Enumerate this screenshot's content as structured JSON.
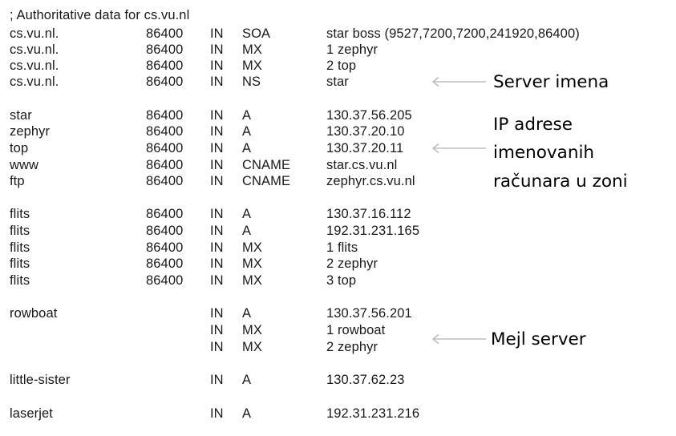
{
  "zone_file": {
    "heading": "; Authoritative data for cs.vu.nl",
    "records": [
      {
        "name": "cs.vu.nl.",
        "ttl": "86400",
        "class": "IN",
        "type": "SOA",
        "value": "star boss (9527,7200,7200,241920,86400)"
      },
      {
        "name": "cs.vu.nl.",
        "ttl": "86400",
        "class": "IN",
        "type": "MX",
        "value": "1 zephyr"
      },
      {
        "name": "cs.vu.nl.",
        "ttl": "86400",
        "class": "IN",
        "type": "MX",
        "value": "2 top"
      },
      {
        "name": "cs.vu.nl.",
        "ttl": "86400",
        "class": "IN",
        "type": "NS",
        "value": "star"
      },
      {
        "name": "star",
        "ttl": "86400",
        "class": "IN",
        "type": "A",
        "value": "130.37.56.205"
      },
      {
        "name": "zephyr",
        "ttl": "86400",
        "class": "IN",
        "type": "A",
        "value": "130.37.20.10"
      },
      {
        "name": "top",
        "ttl": "86400",
        "class": "IN",
        "type": "A",
        "value": "130.37.20.11"
      },
      {
        "name": "www",
        "ttl": "86400",
        "class": "IN",
        "type": "CNAME",
        "value": "star.cs.vu.nl"
      },
      {
        "name": "ftp",
        "ttl": "86400",
        "class": "IN",
        "type": "CNAME",
        "value": "zephyr.cs.vu.nl"
      },
      {
        "name": "flits",
        "ttl": "86400",
        "class": "IN",
        "type": "A",
        "value": "130.37.16.112"
      },
      {
        "name": "flits",
        "ttl": "86400",
        "class": "IN",
        "type": "A",
        "value": "192.31.231.165"
      },
      {
        "name": "flits",
        "ttl": "86400",
        "class": "IN",
        "type": "MX",
        "value": "1 flits"
      },
      {
        "name": "flits",
        "ttl": "86400",
        "class": "IN",
        "type": "MX",
        "value": "2 zephyr"
      },
      {
        "name": "flits",
        "ttl": "86400",
        "class": "IN",
        "type": "MX",
        "value": "3 top"
      },
      {
        "name": "rowboat",
        "ttl": "",
        "class": "IN",
        "type": "A",
        "value": "130.37.56.201"
      },
      {
        "name": "",
        "ttl": "",
        "class": "IN",
        "type": "MX",
        "value": "1 rowboat"
      },
      {
        "name": "",
        "ttl": "",
        "class": "IN",
        "type": "MX",
        "value": "2 zephyr"
      },
      {
        "name": "little-sister",
        "ttl": "",
        "class": "IN",
        "type": "A",
        "value": "130.37.62.23"
      },
      {
        "name": "laserjet",
        "ttl": "",
        "class": "IN",
        "type": "A",
        "value": "192.31.231.216"
      }
    ]
  },
  "annotations": {
    "server_imena": "Server imena",
    "ip_adrese": [
      "IP adrese",
      "imenovanih",
      "računara u zoni"
    ],
    "mejl_server": "Mejl server"
  },
  "colors": {
    "text": "#1a1a1a",
    "arrow": "#bdbdbd"
  }
}
